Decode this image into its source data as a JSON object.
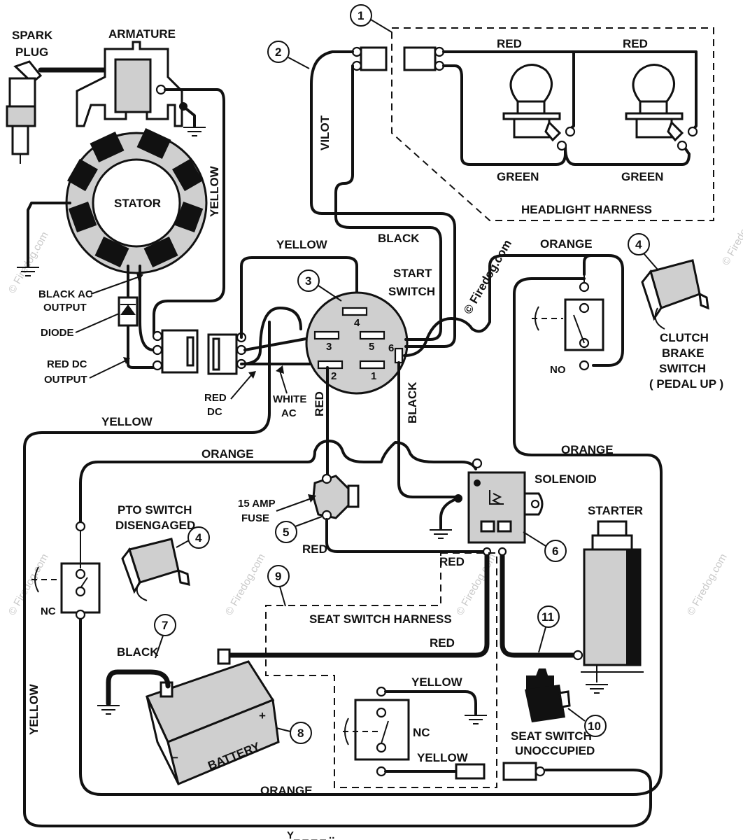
{
  "labels": {
    "spark_plug_1": "SPARK",
    "spark_plug_2": "PLUG",
    "armature": "ARMATURE",
    "stator": "STATOR",
    "yellow_stator": "YELLOW",
    "black_ac_output_1": "BLACK AC",
    "black_ac_output_2": "OUTPUT",
    "diode": "DIODE",
    "red_dc_output_1": "RED DC",
    "red_dc_output_2": "OUTPUT",
    "red_dc_1": "RED",
    "red_dc_2": "DC",
    "white_ac_1": "WHITE",
    "white_ac_2": "AC",
    "yellow_top": "YELLOW",
    "yellow_left": "YELLOW",
    "yellow_vertical": "YELLOW",
    "vilot": "VILOT",
    "black_top": "BLACK",
    "start_switch_1": "START",
    "start_switch_2": "SWITCH",
    "red_head_1": "RED",
    "red_head_2": "RED",
    "green_1": "GREEN",
    "green_2": "GREEN",
    "headlight_harness": "HEADLIGHT HARNESS",
    "orange_top": "ORANGE",
    "orange_mid": "ORANGE",
    "orange_right": "ORANGE",
    "orange_bottom": "ORANGE",
    "no": "NO",
    "clutch_1": "CLUTCH",
    "clutch_2": "BRAKE",
    "clutch_3": "SWITCH",
    "clutch_4": "( PEDAL UP )",
    "red_vertical": "RED",
    "black_vertical": "BLACK",
    "solenoid": "SOLENOID",
    "starter": "STARTER",
    "fuse_1": "15 AMP",
    "fuse_2": "FUSE",
    "red_fuse": "RED",
    "red_solenoid": "RED",
    "pto_1": "PTO SWITCH",
    "pto_2": "DISENGAGED",
    "nc_left": "NC",
    "nc_seat": "NC",
    "seat_harness": "SEAT SWITCH HARNESS",
    "red_battery": "RED",
    "black_battery": "BLACK",
    "battery": "BATTERY",
    "yellow_seat_1": "YELLOW",
    "yellow_seat_2": "YELLOW",
    "seat_unocc_1": "SEAT SWITCH",
    "seat_unocc_2": "UNOCCUPIED",
    "y_bottom": "Y_ _ _ _ ..",
    "sw_1": "1",
    "sw_2": "2",
    "sw_3": "3",
    "sw_4": "4",
    "sw_5": "5",
    "sw_6": "6",
    "plus": "+",
    "minus": "−"
  },
  "callouts": {
    "c1": "1",
    "c2": "2",
    "c3": "3",
    "c4a": "4",
    "c4b": "4",
    "c5": "5",
    "c6": "6",
    "c7": "7",
    "c8": "8",
    "c9": "9",
    "c10": "10",
    "c11": "11"
  },
  "watermark": "© Firedog.com",
  "colors": {
    "ink": "#111111",
    "fill": "#cfcfcf",
    "background": "#ffffff"
  }
}
